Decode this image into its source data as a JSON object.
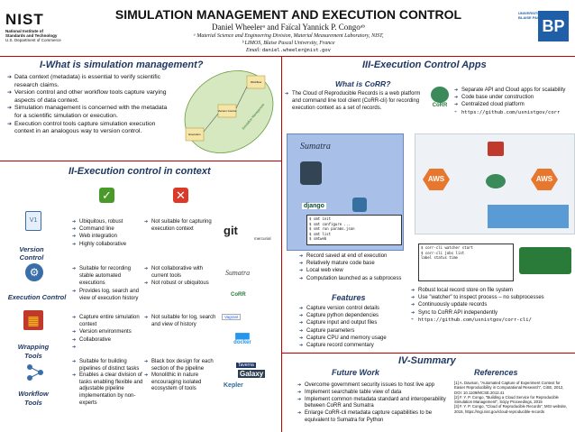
{
  "header": {
    "title": "SIMULATION MANAGEMENT AND EXECUTION CONTROL",
    "authors": "Daniel Wheelerᵃ and Faïcal Yannick P. Congoᵃᵇ",
    "affil_a": "ᵃ Material Science and Engineering Division, Material Measurement Laboratory, NIST,",
    "affil_b": "ᵇ LIMOS, Blaise Pascal University, France",
    "email_label": "Email:",
    "email": "daniel.wheeler@nist.gov",
    "nist_logo": "NIST",
    "nist_caption_1": "National Institute of",
    "nist_caption_2": "Standards and Technology",
    "nist_caption_3": "U.S. Department of Commerce",
    "bp_logo": "BP",
    "bp_caption_1": "UNIVERSITÉ",
    "bp_caption_2": "BLAISE PASCAL"
  },
  "section1": {
    "title": "I-What is simulation management?",
    "bullets": [
      "Data context (metadata) is essential to verify scientific research claims.",
      "Version control and other workflow tools capture varying aspects of data context.",
      "Simulation management is concerned with the metadata for a scientific simulation or execution.",
      "Execution control tools capture simulation execution context in an analogous way to version control."
    ],
    "diagram_labels": [
      "Simulation",
      "Execution",
      "Version Control",
      "Workflow",
      "Simulation Management"
    ]
  },
  "section2": {
    "title": "II-Execution control in context",
    "check_icon": "check-icon",
    "cross_icon": "cross-icon",
    "rows": [
      {
        "label": "Version Control",
        "pros": [
          "Ubiquitous, robust",
          "Command line",
          "Web integration",
          "Highly collaborative"
        ],
        "cons": [
          "Not suitable for capturing execution context"
        ],
        "logos": [
          "git",
          "mercurial"
        ]
      },
      {
        "label": "Execution Control",
        "pros": [
          "Suitable for recording stable automated executions",
          "Provides log, search and view of execution history"
        ],
        "cons": [
          "Not collaborative with current tools",
          "Not robust or ubiquitous"
        ],
        "logos": [
          "Sumatra",
          "CoRR"
        ]
      },
      {
        "label": "Wrapping Tools",
        "pros": [
          "Capture entire simulation context",
          "Version environments",
          "Collaborative",
          ""
        ],
        "cons": [
          "Not suitable for log, search and view of history"
        ],
        "logos": [
          "Vagrant",
          "docker"
        ]
      },
      {
        "label": "Workflow Tools",
        "pros": [
          "Suitable for building pipelines of distinct tasks",
          "Enables a clear division of tasks enabling flexible and adjustable pipeline implementation by non-experts"
        ],
        "cons": [
          "Black box design for each section of the pipeline",
          "Monolithic in nature encouraging isolated ecosystem of tools"
        ],
        "logos": [
          "Taverna",
          "Galaxy",
          "Kepler"
        ]
      }
    ]
  },
  "section3": {
    "title": "III-Execution Control Apps",
    "what_title": "What is CoRR?",
    "what_text": "The Cloud of Reproducible Records is a web platform and command line tool client (CoRR-cli) for recording execution context as a set of records.",
    "corr_bullets": [
      "Separate API and Cloud apps for scalability",
      "Code base under construction",
      "Centralized cloud platform",
      "https://github.com/usnistgov/corr"
    ],
    "sumatra_label": "Sumatra",
    "sumatra_terminal": [
      "$ smt init",
      "$ smt configure ...",
      "$ smt run params.json",
      "$ smt list",
      "$ smtweb"
    ],
    "sumatra_bullets": [
      "Record saved at end of execution",
      "Relatively mature code base",
      "Local web view",
      "Computation launched as a subprocess"
    ],
    "features_title": "Features",
    "features": [
      "Capture version control details",
      "Capture python dependencies",
      "Capture input and output files",
      "Capture parameters",
      "Capture CPU and memory usage",
      "Capture record commentary"
    ],
    "cli_terminal": [
      "$ corr-cli watcher start",
      "$ corr-cli jobs list",
      "  label  status  time"
    ],
    "cli_bullets": [
      "Robust local record store on file system",
      "Use \"watcher\" to inspect process – no subprocesses",
      "Continuously update records",
      "Sync to CoRR API independently",
      "https://github.com/usnistgov/corr-cli/"
    ],
    "aws_label": "AWS",
    "corr_label": "CoRR"
  },
  "section4": {
    "title": "IV-Summary",
    "future_title": "Future Work",
    "future": [
      "Overcome government security issues to host live app",
      "Implement searchable table view of data",
      "Implement common metadata standard and interoperability between CoRR and Sumatra",
      "Enlarge CoRR-cli metadata capture capabilities to be equivalent to Sumatra for Python"
    ],
    "refs_title": "References",
    "refs": [
      "[1] A. Davison, \"Automated Capture of Experiment Context for Easier Reproducibility in Computational Research\", CiSE, 2012, DOI: 10.1109/MCSE.2012.41",
      "[2] F. Y. P. Congo, \"Building a Cloud Service for Reproducible Simulation Management\", Scipy Proceedings, 2015",
      "[3] F. Y. P. Congo, \"Cloud of Reproducible Records\", MGI website, 2015, https://mgi.nist.gov/cloud-reproducible-records"
    ]
  }
}
